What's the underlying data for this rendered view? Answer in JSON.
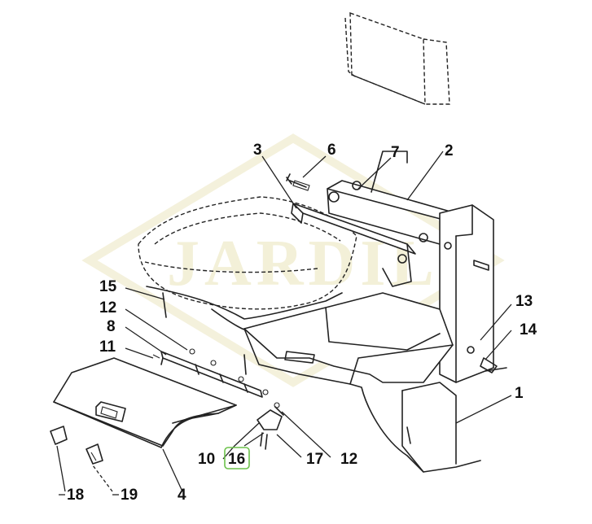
{
  "watermark": "JARDIL",
  "callouts": [
    {
      "id": "1",
      "label": "1"
    },
    {
      "id": "2",
      "label": "2"
    },
    {
      "id": "3",
      "label": "3"
    },
    {
      "id": "4",
      "label": "4"
    },
    {
      "id": "6",
      "label": "6"
    },
    {
      "id": "7",
      "label": "7"
    },
    {
      "id": "8",
      "label": "8"
    },
    {
      "id": "10",
      "label": "10"
    },
    {
      "id": "11",
      "label": "11"
    },
    {
      "id": "12a",
      "label": "12"
    },
    {
      "id": "12b",
      "label": "12"
    },
    {
      "id": "13",
      "label": "13"
    },
    {
      "id": "14",
      "label": "14"
    },
    {
      "id": "15",
      "label": "15"
    },
    {
      "id": "16",
      "label": "16",
      "highlighted": true
    },
    {
      "id": "17",
      "label": "17"
    },
    {
      "id": "18",
      "label": "18"
    },
    {
      "id": "19",
      "label": "19"
    }
  ],
  "colors": {
    "line": "#222222",
    "highlight": "#6cc24a",
    "watermark": "#f3f0d8"
  }
}
